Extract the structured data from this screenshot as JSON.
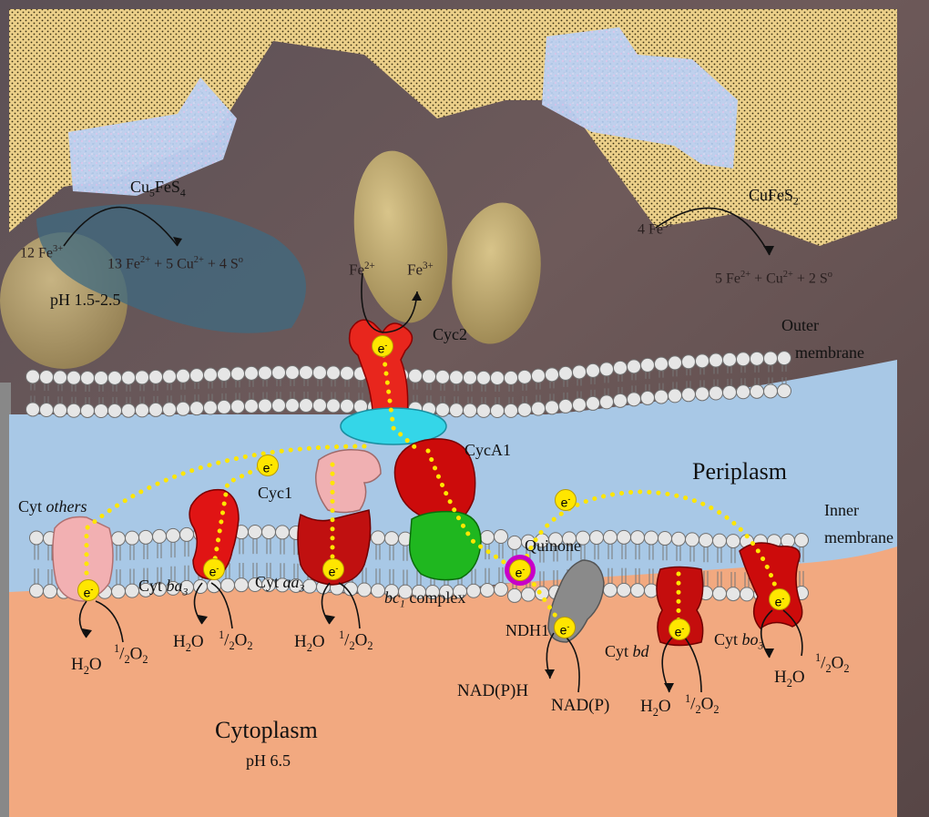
{
  "compartments": {
    "periplasm": "Periplasm",
    "cytoplasm": "Cytoplasm",
    "cytoplasm_ph": "pH 6.5",
    "outer_membrane_l1": "Outer",
    "outer_membrane_l2": "membrane",
    "inner_membrane_l1": "Inner",
    "inner_membrane_l2": "membrane",
    "external_ph": "pH 1.5-2.5"
  },
  "minerals": {
    "left": {
      "name": "Cu",
      "sub1": "5",
      "mid": "FeS",
      "sub2": "4"
    },
    "right": {
      "name": "CuFeS",
      "sub": "2"
    }
  },
  "reactions": {
    "left_in": {
      "coef": "12 Fe",
      "sup": "3+"
    },
    "left_out": {
      "a": "13 Fe",
      "a_sup": "2+",
      "b": " + 5 Cu",
      "b_sup": "2+",
      "c": " + 4 S",
      "c_sup": "o"
    },
    "right_in": {
      "coef": "4 Fe",
      "sup": "3+"
    },
    "right_out": {
      "a": "5 Fe",
      "a_sup": "2+",
      "b": " + Cu",
      "b_sup": "2+",
      "c": " + 2 S",
      "c_sup": "o"
    },
    "iron_left": {
      "t": "Fe",
      "sup": "2+"
    },
    "iron_right": {
      "t": "Fe",
      "sup": "3+"
    }
  },
  "proteins": {
    "cyc2": "Cyc2",
    "cyca1": "CycA1",
    "cyc1": "Cyc1",
    "cyt_others": {
      "a": "Cyt ",
      "b": "others"
    },
    "cyt_ba3": {
      "a": "Cyt ",
      "b": "ba",
      "sub": "3"
    },
    "cyt_aa3": {
      "a": "Cyt ",
      "b": "aa",
      "sub": "3"
    },
    "bc1": {
      "a": "bc",
      "sub": "1",
      "b": " complex"
    },
    "quinone": "Quinone",
    "ndh1": "NDH1",
    "cyt_bd": {
      "a": "Cyt ",
      "b": "bd"
    },
    "cyt_bo3": {
      "a": "Cyt ",
      "b": "bo",
      "sub": "3"
    }
  },
  "products": {
    "h2o": {
      "a": "H",
      "sub": "2",
      "b": "O"
    },
    "half_o2": {
      "num": "1",
      "sep": "/",
      "den": "2",
      "b": "O",
      "sub": "2"
    },
    "nadph": "NAD(P)H",
    "nadp": "NAD(P)"
  },
  "electron": {
    "t": "e",
    "sup": "-"
  },
  "colors": {
    "periplasm": "#a8c8e6",
    "cytoplasm": "#f0a77c",
    "mineral_hatch": "#e8c878",
    "ice_mineral": "#b9cbf0",
    "protein_red": "#cc0b0b",
    "protein_pink": "#f0b0b2",
    "protein_cyan": "#33d6e8",
    "protein_green": "#1fb71f",
    "ndh_gray": "#8a8a8a",
    "electron_path": "#ffe600",
    "quinone_ring": "#c800c8"
  }
}
